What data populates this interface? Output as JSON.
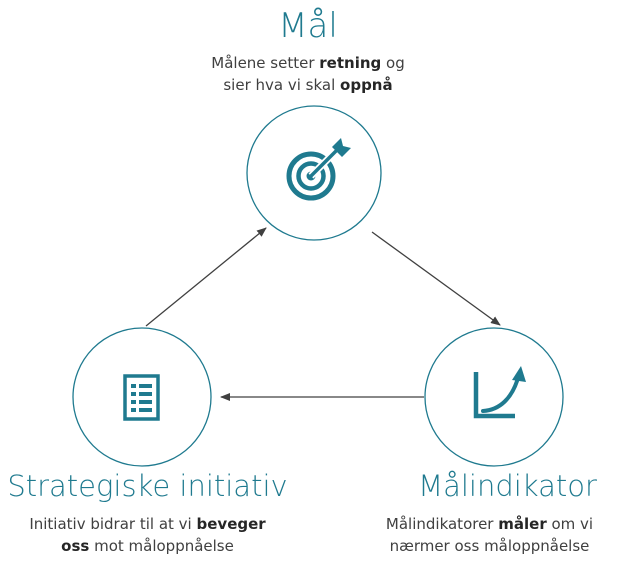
{
  "nodes": {
    "goal": {
      "title": "Mål",
      "desc_line1": [
        "Målene setter ",
        "retning",
        " og"
      ],
      "desc_line2": [
        "sier hva vi skal ",
        "oppnå",
        ""
      ],
      "icon": "target-icon"
    },
    "initiatives": {
      "title": "Strategiske initiativ",
      "desc_line1": [
        "Initiativ bidrar til at vi ",
        "beveger",
        ""
      ],
      "desc_line2": [
        "",
        "oss",
        " mot måloppnåelse"
      ],
      "icon": "checklist-icon"
    },
    "indicator": {
      "title": "Målindikator",
      "desc_line1": [
        "Målindikatorer ",
        "måler",
        " om vi"
      ],
      "desc_line2": [
        "nærmer oss måloppnåelse",
        "",
        ""
      ],
      "icon": "growth-chart-icon"
    }
  },
  "colors": {
    "accent": "#1f7a8f",
    "circle_stroke": "#1f7a8f",
    "arrow": "#404040",
    "text": "#404040"
  }
}
